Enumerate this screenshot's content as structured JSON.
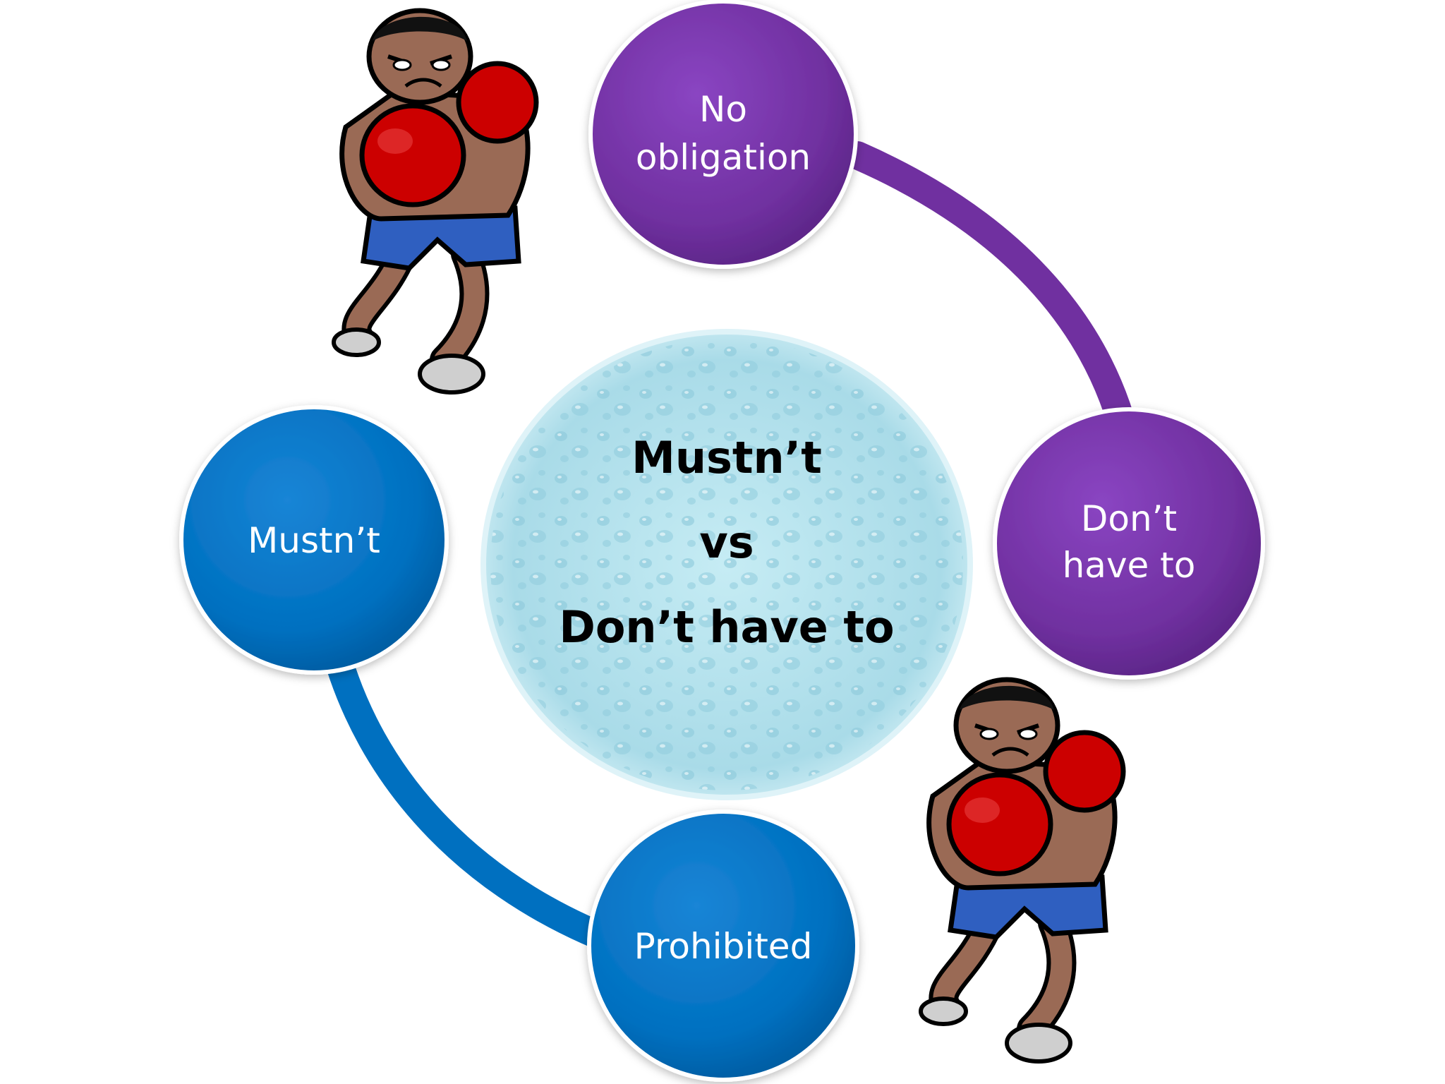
{
  "center": {
    "line1": "Mustn’t",
    "line2": "vs",
    "line3": "Don’t have to"
  },
  "nodes": {
    "no_obligation": {
      "line1": "No",
      "line2": "obligation"
    },
    "dont_have_to": {
      "line1": "Don’t",
      "line2": "have to"
    },
    "mustnt": {
      "line1": "Mustn’t"
    },
    "prohibited": {
      "line1": "Prohibited"
    }
  },
  "colors": {
    "purple": "#7030a0",
    "blue": "#0070c0",
    "center_fill": "#b7e3ee",
    "glove_red": "#cc0000",
    "skin": "#9a6a55",
    "shorts": "#2f5fc0"
  },
  "icons": [
    "boxer-top-left",
    "boxer-bottom-right"
  ]
}
